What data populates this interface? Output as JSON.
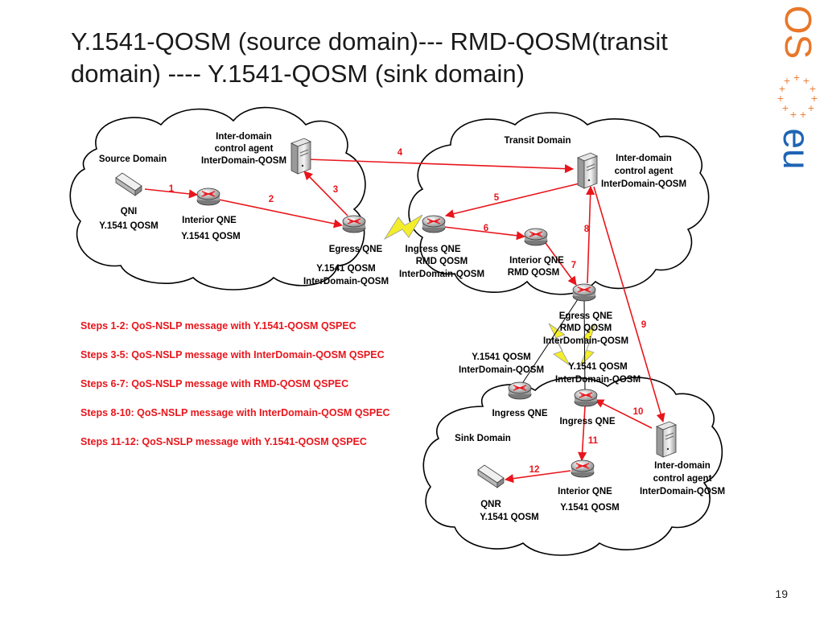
{
  "slide": {
    "title_line1": "Y.1541-QOSM (source domain)--- RMD-QOSM(transit",
    "title_line2": "domain) ---- Y.1541-QOSM (sink domain)",
    "page_number": "19"
  },
  "labels": {
    "source_domain": "Source Domain",
    "transit_domain": "Transit Domain",
    "sink_domain": "Sink Domain",
    "src_agent_l1": "Inter-domain",
    "src_agent_l2": "control agent",
    "src_agent_l3": "InterDomain-QOSM",
    "qni": "QNI",
    "qni_qosm": "Y.1541 QOSM",
    "src_interior": "Interior QNE",
    "src_interior_qosm": "Y.1541 QOSM",
    "egress1": "Egress QNE",
    "egress1_q1": "Y.1541 QOSM",
    "egress1_q2": "InterDomain-QOSM",
    "ingress1": "Ingress QNE",
    "ingress1_q1": "RMD QOSM",
    "ingress1_q2": "InterDomain-QOSM",
    "tr_agent_l1": "Inter-domain",
    "tr_agent_l2": "control agent",
    "tr_agent_l3": "InterDomain-QOSM",
    "tr_interior": "Interior QNE",
    "tr_interior_qosm": "RMD QOSM",
    "egress2": "Egress QNE",
    "egress2_q1": "RMD QOSM",
    "egress2_q2": "InterDomain-QOSM",
    "sink_left_q1": "Y.1541 QOSM",
    "sink_left_q2": "InterDomain-QOSM",
    "sink_right_q1": "Y.1541 QOSM",
    "sink_right_q2": "InterDomain-QOSM",
    "ingress_left": "Ingress QNE",
    "ingress_right": "Ingress QNE",
    "sink_agent_l1": "Inter-domain",
    "sink_agent_l2": "control agent",
    "sink_agent_l3": "InterDomain-QOSM",
    "sink_interior": "Interior QNE",
    "sink_interior_qosm": "Y.1541 QOSM",
    "qnr": "QNR",
    "qnr_qosm": "Y.1541 QOSM"
  },
  "step_numbers": [
    "1",
    "2",
    "3",
    "4",
    "5",
    "6",
    "7",
    "8",
    "9",
    "10",
    "11",
    "12"
  ],
  "steps": [
    "Steps 1-2: QoS-NSLP message with Y.1541-QOSM QSPEC",
    "Steps 3-5: QoS-NSLP message with InterDomain-QOSM QSPEC",
    "Steps 6-7: QoS-NSLP message with RMD-QOSM QSPEC",
    "Steps 8-10: QoS-NSLP message with InterDomain-QOSM QSPEC",
    "Steps 11-12: QoS-NSLP message with Y.1541-QOSM QSPEC"
  ],
  "logo": {
    "text_top": "OS",
    "text_bottom": "eu"
  },
  "colors": {
    "arrow": "#e8161c",
    "lightning": "#f4ee2a",
    "logo_orange": "#e8772a",
    "logo_blue": "#1e64b4"
  }
}
